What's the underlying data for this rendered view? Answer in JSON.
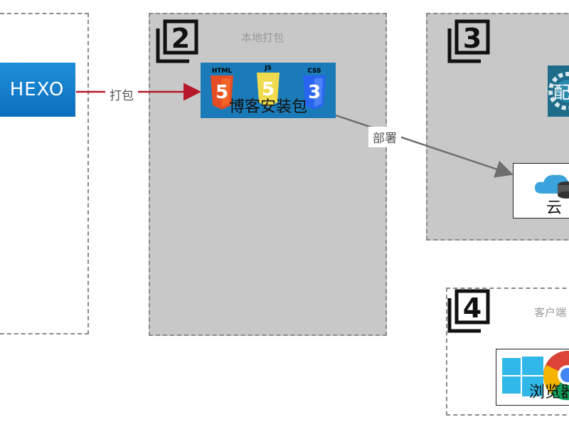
{
  "panels": {
    "source": {
      "title": ""
    },
    "local": {
      "title": "本地打包",
      "step": "2"
    },
    "server": {
      "title": "",
      "step": "3"
    },
    "client": {
      "title": "客户端",
      "step": "4"
    }
  },
  "nodes": {
    "hexo": {
      "label": "HEXO"
    },
    "package": {
      "label": "博客安装包",
      "badges": [
        "HTML",
        "JS",
        "CSS"
      ]
    },
    "config": {
      "label": "配"
    },
    "cloud": {
      "label": "云"
    },
    "browser": {
      "label": "浏览器"
    }
  },
  "edges": {
    "pack": {
      "label": "打包",
      "color": "#b5192a"
    },
    "deploy": {
      "label": "部署",
      "color": "#6e6e6e"
    }
  },
  "colors": {
    "panel_fill": "#c8c8c8",
    "html5": "#e44d26",
    "js": "#f0db4f",
    "css3": "#2965f1"
  }
}
